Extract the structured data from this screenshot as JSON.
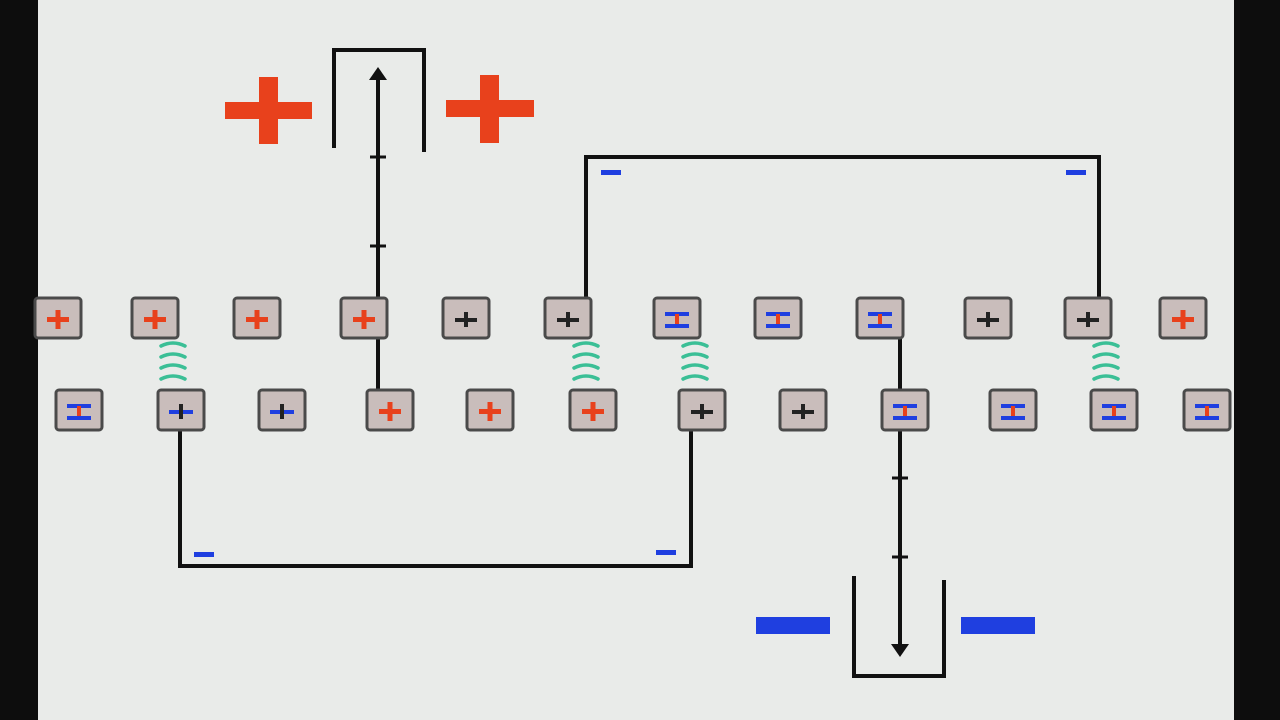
{
  "colors": {
    "frame": "#0d0d0d",
    "canvas": "#e9ebe9",
    "wire": "#111111",
    "positive": "#e8411c",
    "negative": "#1f3fe0",
    "cell_fill": "#c9bdbb",
    "cell_border": "#4a4a4a",
    "coil": "#3bbf96",
    "neutral": "#222222"
  },
  "top_row": [
    "plus",
    "plus",
    "plus",
    "plus",
    "neutral",
    "neutral",
    "polarized",
    "polarized",
    "polarized",
    "neutral",
    "neutral",
    "plus"
  ],
  "bottom_row": [
    "polarized",
    "neutral-blue",
    "neutral-blue",
    "plus",
    "plus",
    "plus",
    "neutral",
    "neutral",
    "polarized",
    "polarized",
    "polarized",
    "polarized"
  ],
  "coupling_links": [
    {
      "top_index": 1
    },
    {
      "top_index": 5
    },
    {
      "top_index": 6
    },
    {
      "top_index": 10
    }
  ],
  "electrodes": {
    "positive": {
      "sign": "+"
    },
    "negative": {
      "sign": "−"
    }
  }
}
